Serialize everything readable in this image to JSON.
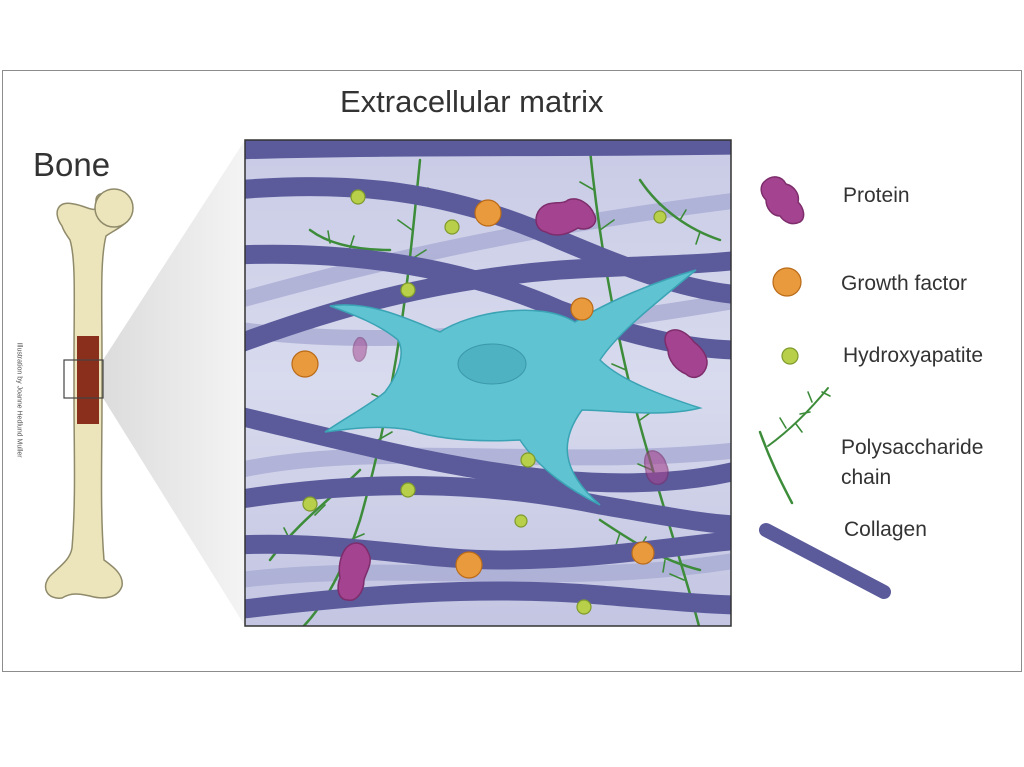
{
  "title": "Extracellular matrix",
  "bone_label": "Bone",
  "credit": "Illustration by Joanne Hedlund Muller",
  "legend": {
    "protein": "Protein",
    "growth_factor": "Growth factor",
    "hydroxyapatite": "Hydroxyapatite",
    "polysaccharide_chain": "Polysaccharide chain",
    "collagen": "Collagen"
  },
  "colors": {
    "collagen": "#5b5b9c",
    "protein": "#a4438f",
    "growth_factor": "#e99a3c",
    "hydroxyapatite": "#b8cf4a",
    "polysaccharide": "#3d8c3a",
    "cell": "#5fc3d2",
    "panel_background": "#c7c9e4",
    "bone": "#ece5bb",
    "marrow": "#8a2f1c"
  }
}
